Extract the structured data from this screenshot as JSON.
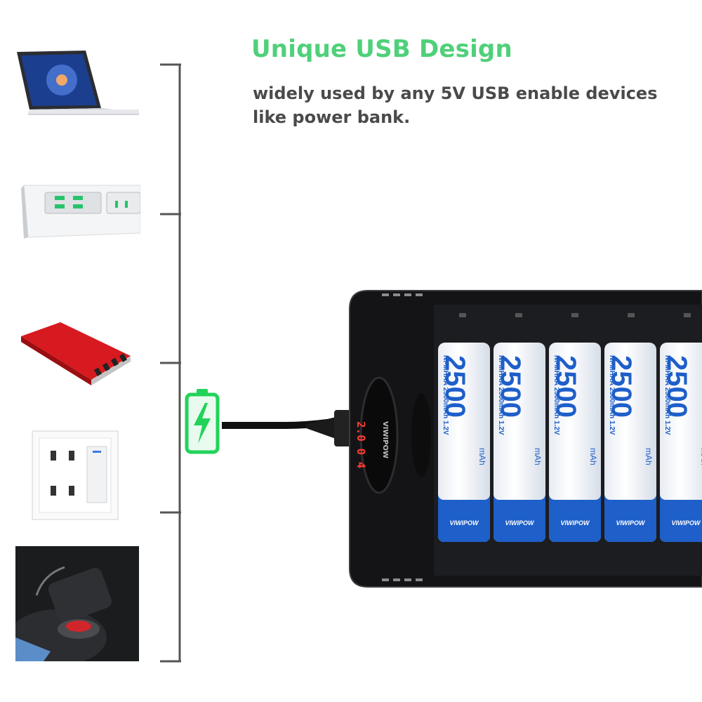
{
  "headline": "Unique USB Design",
  "subline": "widely used by any 5V USB enable devices like power bank.",
  "colors": {
    "accent_green": "#4fd07a",
    "battery_icon_green": "#22d35a",
    "text_gray": "#4a4a4a",
    "bracket_gray": "#555555",
    "cell_blue": "#1e5fc9"
  },
  "devices": [
    {
      "name": "laptop-icon"
    },
    {
      "name": "power-strip-icon"
    },
    {
      "name": "power-bank-icon"
    },
    {
      "name": "wall-usb-socket-icon"
    },
    {
      "name": "car-charger-icon"
    }
  ],
  "charger": {
    "display_text": "2.0 0 4",
    "brand_left": "VIWIPOW",
    "cells": [
      {
        "capacity": "2500",
        "unit": "mAh",
        "spec": "Ni-MHAA 2500mAh 1.2V",
        "brand": "VIWIPOW"
      },
      {
        "capacity": "2500",
        "unit": "mAh",
        "spec": "Ni-MHAA 2500mAh 1.2V",
        "brand": "VIWIPOW"
      },
      {
        "capacity": "2500",
        "unit": "mAh",
        "spec": "Ni-MHAA 2500mAh 1.2V",
        "brand": "VIWIPOW"
      },
      {
        "capacity": "2500",
        "unit": "mAh",
        "spec": "Ni-MHAA 2500mAh 1.2V",
        "brand": "VIWIPOW"
      },
      {
        "capacity": "2500",
        "unit": "mAh",
        "spec": "Ni-MHAA 2500mAh 1.2V",
        "brand": "VIWIPOW"
      }
    ]
  }
}
